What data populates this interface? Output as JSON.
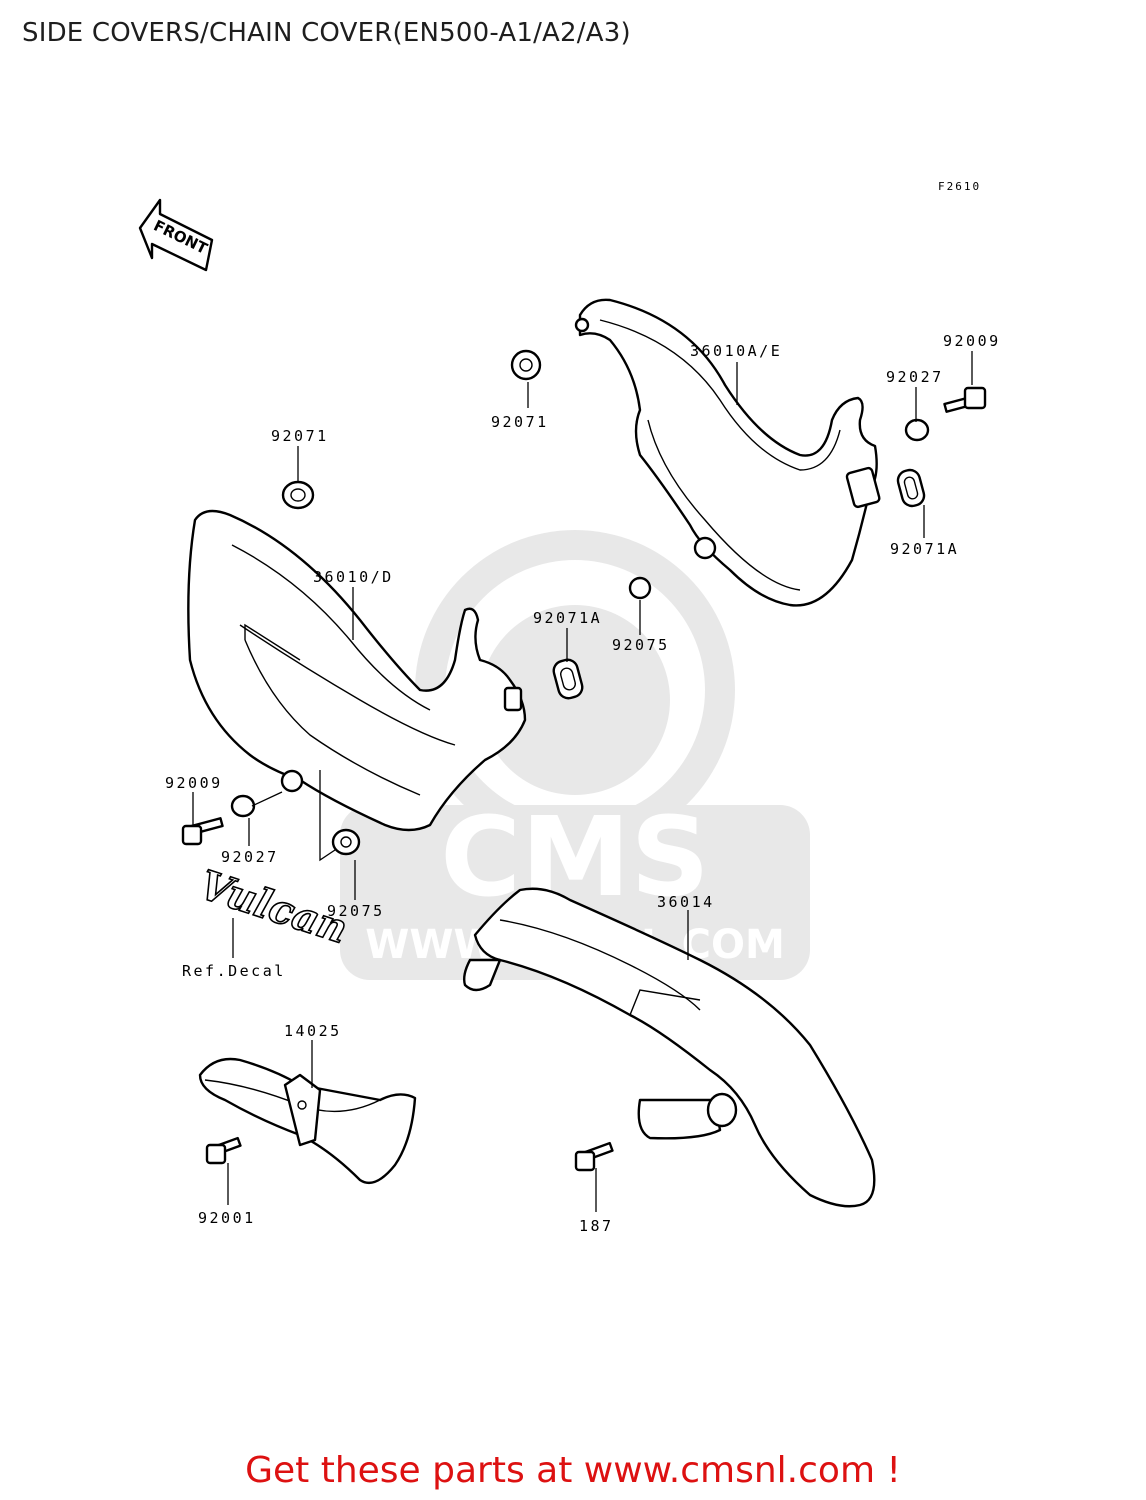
{
  "title": "SIDE COVERS/CHAIN COVER(EN500-A1/A2/A3)",
  "figure_code": "F2610",
  "front_arrow": "FRONT",
  "watermark": {
    "logo": "CMS",
    "url": "WWW.CMSNL.COM"
  },
  "decal_text": "Vulcan",
  "labels": {
    "p36010ae": "36010A/E",
    "p92009_right": "92009",
    "p92027_right": "92027",
    "p92071a_right": "92071A",
    "p92071_top": "92071",
    "p92071_left": "92071",
    "p36010d": "36010/D",
    "p92071a_mid": "92071A",
    "p92075_mid": "92075",
    "p92009_left": "92009",
    "p92027_left": "92027",
    "p92075_left": "92075",
    "ref_decal": "Ref.Decal",
    "p36014": "36014",
    "p14025": "14025",
    "p92001": "92001",
    "p187": "187"
  },
  "cta": {
    "prefix": "Get these parts at ",
    "link": "www.cmsnl.com",
    "suffix": " !"
  }
}
